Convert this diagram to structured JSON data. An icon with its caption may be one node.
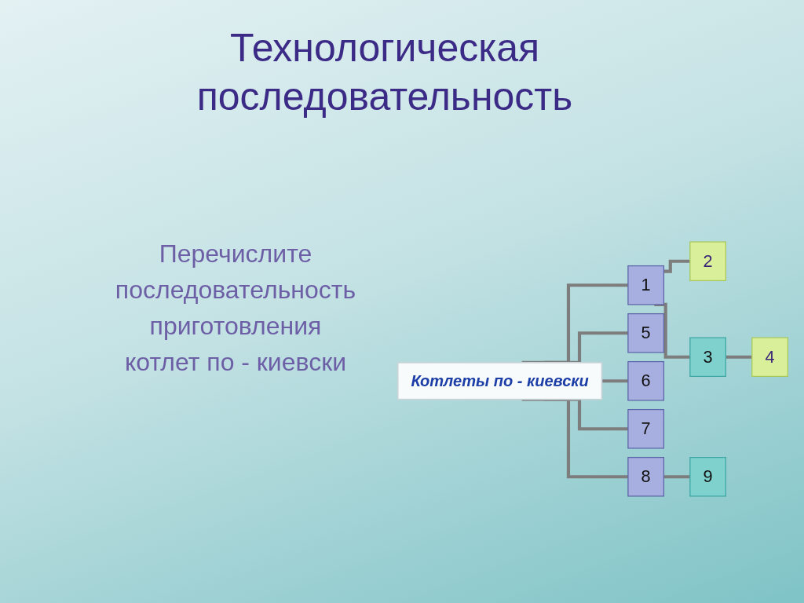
{
  "diagram": {
    "title": "Технологическая последовательность",
    "nodes": [
      {
        "text": [
          "Котлеты по - киевски"
        ]
      },
      {
        "text": [
          "1"
        ]
      },
      {
        "text": [
          "2"
        ]
      },
      {
        "text": [
          "3"
        ]
      },
      {
        "text": [
          "4"
        ]
      },
      {
        "text": [
          "5"
        ]
      },
      {
        "text": [
          "6"
        ]
      },
      {
        "text": [
          "7"
        ]
      },
      {
        "text": [
          "8"
        ]
      },
      {
        "text": [
          "9"
        ]
      }
    ],
    "edges": [
      {
        "from": 0,
        "to": 1,
        "arrow": "none"
      },
      {
        "from": 1,
        "to": 2,
        "arrow": "none"
      },
      {
        "from": 1,
        "to": 3,
        "arrow": "none"
      },
      {
        "from": 3,
        "to": 4,
        "arrow": "none"
      },
      {
        "from": 0,
        "to": 5,
        "arrow": "none"
      },
      {
        "from": 0,
        "to": 6,
        "arrow": "none"
      },
      {
        "from": 0,
        "to": 7,
        "arrow": "none"
      },
      {
        "from": 0,
        "to": 8,
        "arrow": "none"
      },
      {
        "from": 8,
        "to": 9,
        "arrow": "none"
      }
    ],
    "labels": [
      "Перечислите последовательность приготовления котлет по - киевски"
    ]
  }
}
